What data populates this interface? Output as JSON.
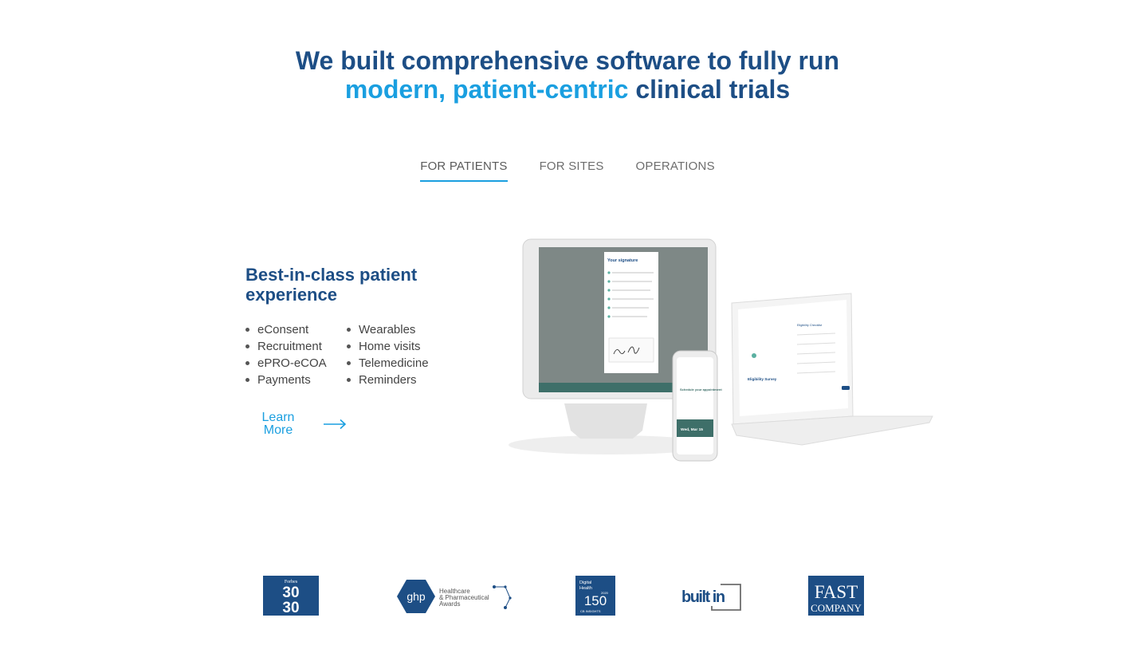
{
  "headline": {
    "line1": "We built comprehensive software to fully run",
    "line2_accent": "modern, patient-centric",
    "line2_rest": " clinical trials"
  },
  "tabs": [
    {
      "label": "FOR PATIENTS",
      "active": true
    },
    {
      "label": "FOR SITES",
      "active": false
    },
    {
      "label": "OPERATIONS",
      "active": false
    }
  ],
  "feature": {
    "title": "Best-in-class patient experience",
    "bullets_col1": [
      "eConsent",
      "Recruitment",
      "ePRO-eCOA",
      "Payments"
    ],
    "bullets_col2": [
      "Wearables",
      "Home visits",
      "Telemedicine",
      "Reminders"
    ],
    "cta_label": "Learn More"
  },
  "device_screens": {
    "monitor_heading": "Your signature",
    "phone_heading": "Schedule your appointment",
    "phone_date": "Wed, Mar 15",
    "laptop_heading": "Eligibility Survey",
    "laptop_form_title": "Eligibility Checklist"
  },
  "logos": [
    {
      "name": "forbes-30-under-30-logo",
      "top": "Forbes",
      "big1": "30",
      "big2": "30"
    },
    {
      "name": "ghp-awards-logo",
      "short": "ghp",
      "line1": "Healthcare",
      "line2": "& Pharmaceutical",
      "line3": "Awards"
    },
    {
      "name": "digital-health-150-logo",
      "line1": "Digital",
      "line2": "Health",
      "year": "2020",
      "number": "150",
      "footer": "CB INSIGHTS"
    },
    {
      "name": "built-in-logo",
      "text": "built in"
    },
    {
      "name": "fast-company-logo",
      "line1": "FAST",
      "line2": "COMPANY"
    }
  ],
  "colors": {
    "navy": "#1d4e85",
    "accent": "#1a9fe0",
    "text": "#444444"
  }
}
